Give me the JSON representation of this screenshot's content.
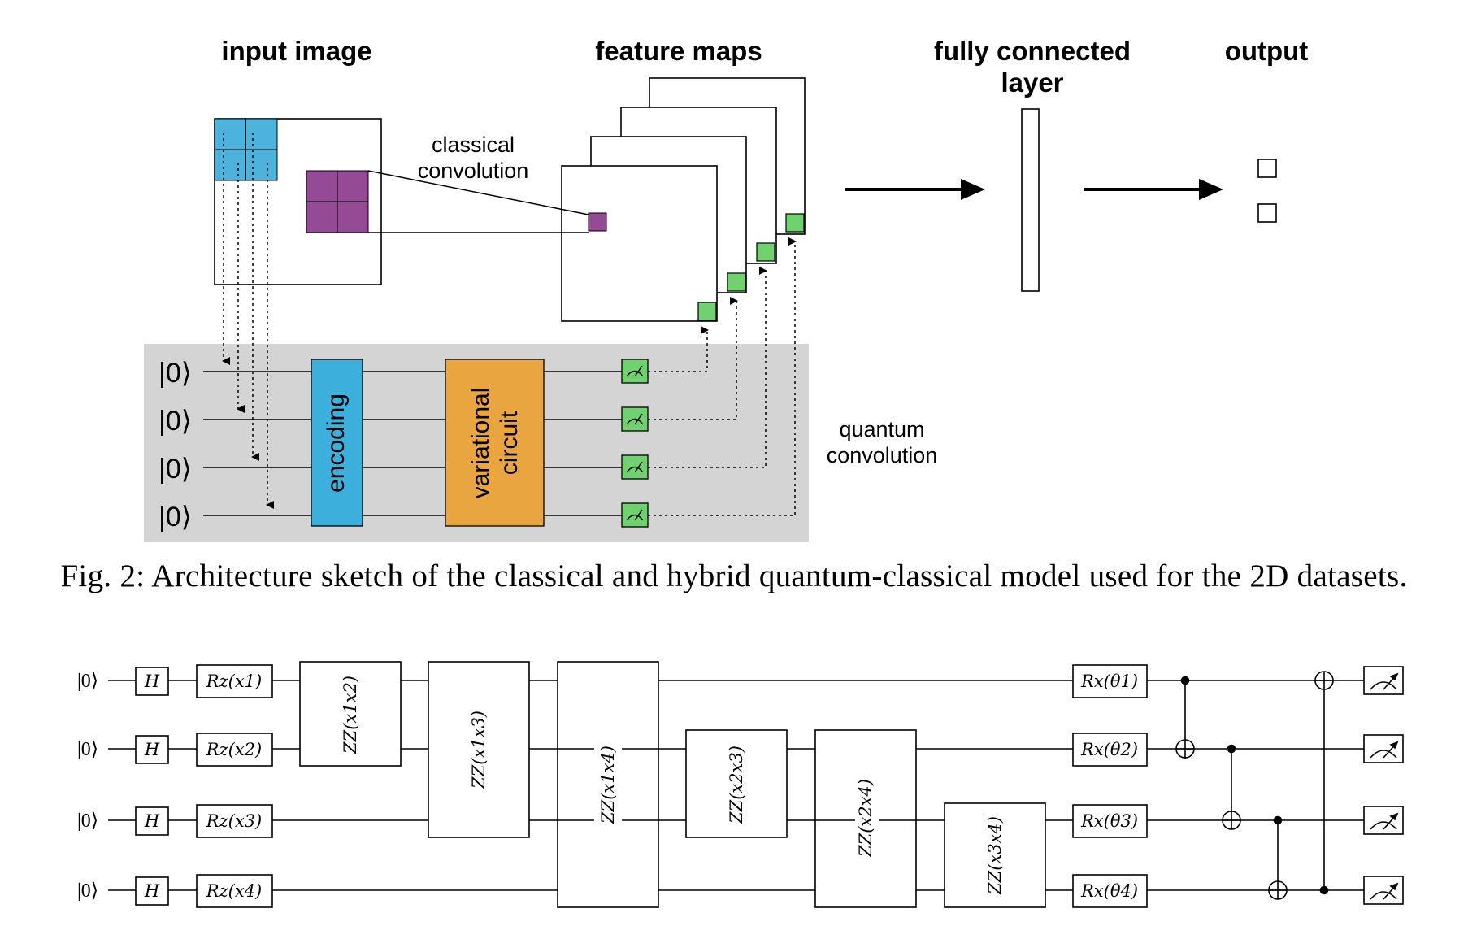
{
  "figure1": {
    "headers": {
      "input_image": "input image",
      "feature_maps": "feature maps",
      "fully_connected_line1": "fully connected",
      "fully_connected_line2": "layer",
      "output": "output"
    },
    "classical_conv_line1": "classical",
    "classical_conv_line2": "convolution",
    "quantum_conv_line1": "quantum",
    "quantum_conv_line2": "convolution",
    "encoding_label": "encoding",
    "variational_line1": "variational",
    "variational_line2": "circuit",
    "ket_labels": [
      "|0⟩",
      "|0⟩",
      "|0⟩",
      "|0⟩"
    ],
    "colors": {
      "input_patch": "#4db3dc",
      "classical_kernel": "#944a94",
      "feature_pixel": "#6fd26f",
      "quantum_region": "#d4d4d4",
      "encoding_box": "#3cafdc",
      "variational_box": "#e9a540"
    }
  },
  "caption": "Fig. 2: Architecture sketch of the classical and hybrid quantum-classical model used for the 2D datasets.",
  "figure2": {
    "ket_labels": [
      "|0⟩",
      "|0⟩",
      "|0⟩",
      "|0⟩"
    ],
    "hadamard": "H",
    "rz_gates": [
      "Rz(x1)",
      "Rz(x2)",
      "Rz(x3)",
      "Rz(x4)"
    ],
    "zz_gates": [
      "ZZ(x1x2)",
      "ZZ(x1x3)",
      "ZZ(x1x4)",
      "ZZ(x2x3)",
      "ZZ(x2x4)",
      "ZZ(x3x4)"
    ],
    "rx_gates": [
      "Rx(θ1)",
      "Rx(θ2)",
      "Rx(θ3)",
      "Rx(θ4)"
    ],
    "measure_icon": "meter-icon"
  }
}
